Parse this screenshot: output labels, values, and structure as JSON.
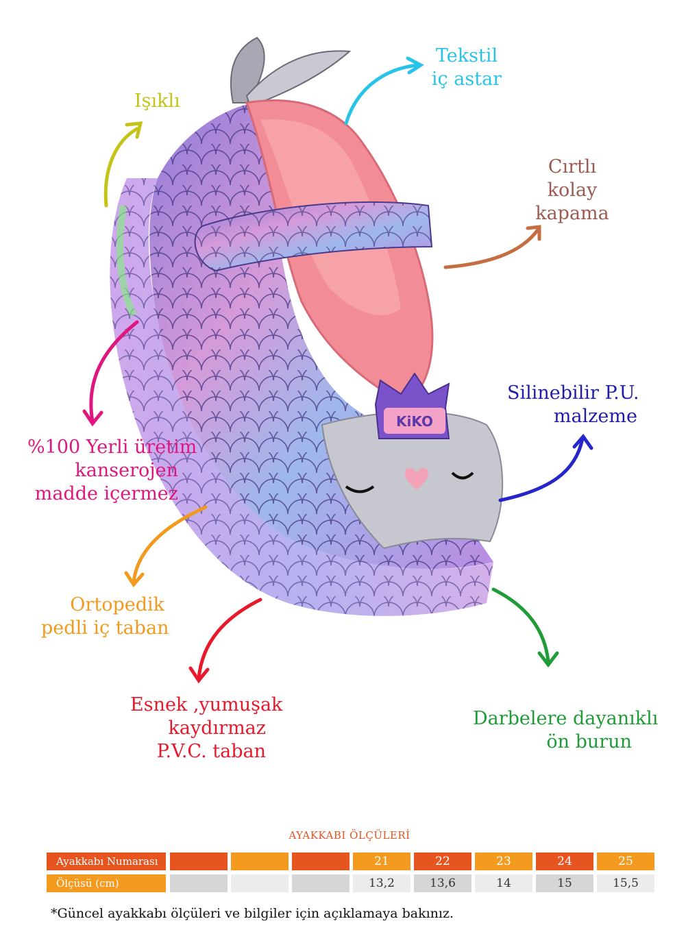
{
  "callouts": {
    "isikli": {
      "lines": [
        "Işıklı"
      ],
      "color": "#c4c418"
    },
    "tekstil": {
      "lines": [
        "Tekstil",
        "iç astar"
      ],
      "color": "#29c3e8"
    },
    "cirtli": {
      "lines": [
        "Cırtlı",
        "kolay",
        "kapama"
      ],
      "color": "#9c5b52"
    },
    "yerli": {
      "lines": [
        "%100 Yerli üretim",
        "kanserojen",
        "madde içermez"
      ],
      "color": "#e0167f"
    },
    "silinebilir": {
      "lines": [
        "Silinebilir P.U.",
        "malzeme"
      ],
      "color": "#1e1ea8"
    },
    "ortopedik": {
      "lines": [
        "Ortopedik",
        "pedli iç taban"
      ],
      "color": "#f29a1e"
    },
    "esnek": {
      "lines": [
        "Esnek ,yumuşak",
        "kaydırmaz",
        "P.V.C. taban"
      ],
      "color": "#e8192b"
    },
    "darbelere": {
      "lines": [
        "Darbelere dayanıklı",
        "ön burun"
      ],
      "color": "#1f9c37"
    }
  },
  "shoe": {
    "badge_text": "KiKO"
  },
  "size_table": {
    "title": "AYAKKABI ÖLÇÜLERİ",
    "size_label": "Ayakkabı Numarası",
    "length_label": "Ölçüsü (cm)",
    "sizes": [
      "",
      "",
      "",
      "21",
      "22",
      "23",
      "24",
      "25"
    ],
    "lengths": [
      "",
      "",
      "",
      "13,2",
      "13,6",
      "14",
      "15",
      "15,5"
    ]
  },
  "footnote": "*Güncel ayakkabı ölçüleri ve bilgiler için açıklamaya bakınız."
}
